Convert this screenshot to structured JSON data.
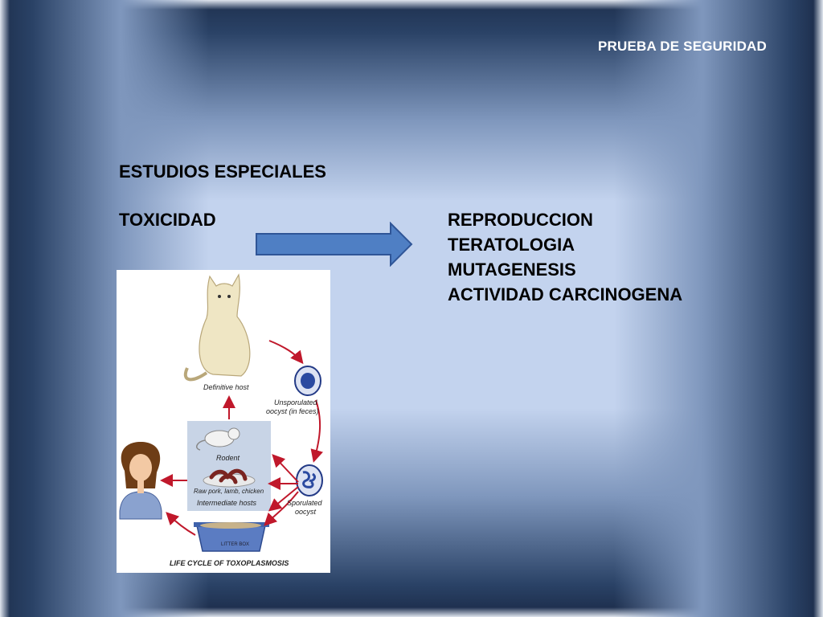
{
  "header": {
    "label": "PRUEBA DE SEGURIDAD"
  },
  "content": {
    "title": "ESTUDIOS ESPECIALES",
    "source": "TOXICIDAD",
    "studies": [
      "REPRODUCCION",
      "TERATOLOGIA",
      "MUTAGENESIS",
      "ACTIVIDAD CARCINOGENA"
    ]
  },
  "lifecycle_figure": {
    "caption": "LIFE CYCLE OF TOXOPLASMOSIS",
    "labels": {
      "definitive_host": "Definitive host",
      "unsporulated_1": "Unsporulated",
      "unsporulated_2": "oocyst (in feces)",
      "rodent": "Rodent",
      "meat": "Raw pork, lamb, chicken",
      "intermediate": "Intermediate hosts",
      "sporulated_1": "Sporulated",
      "sporulated_2": "oocyst",
      "litter": "LITTER BOX"
    }
  },
  "colors": {
    "arrow_fill": "#4f7fc4",
    "arrow_stroke": "#2f5597",
    "cycle_arrow": "#c0182b",
    "intermediate_box": "#c8d4e6"
  }
}
